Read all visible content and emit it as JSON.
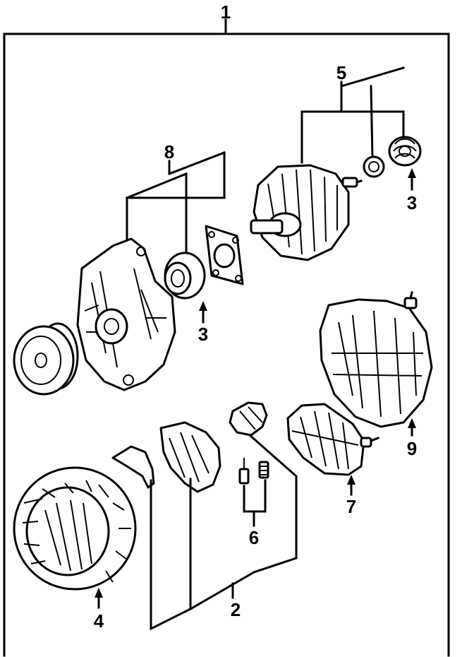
{
  "callouts": {
    "c1": "1",
    "c2": "2",
    "c3a": "3",
    "c3b": "3",
    "c4": "4",
    "c5": "5",
    "c6": "6",
    "c7": "7",
    "c8": "8",
    "c9": "9"
  }
}
